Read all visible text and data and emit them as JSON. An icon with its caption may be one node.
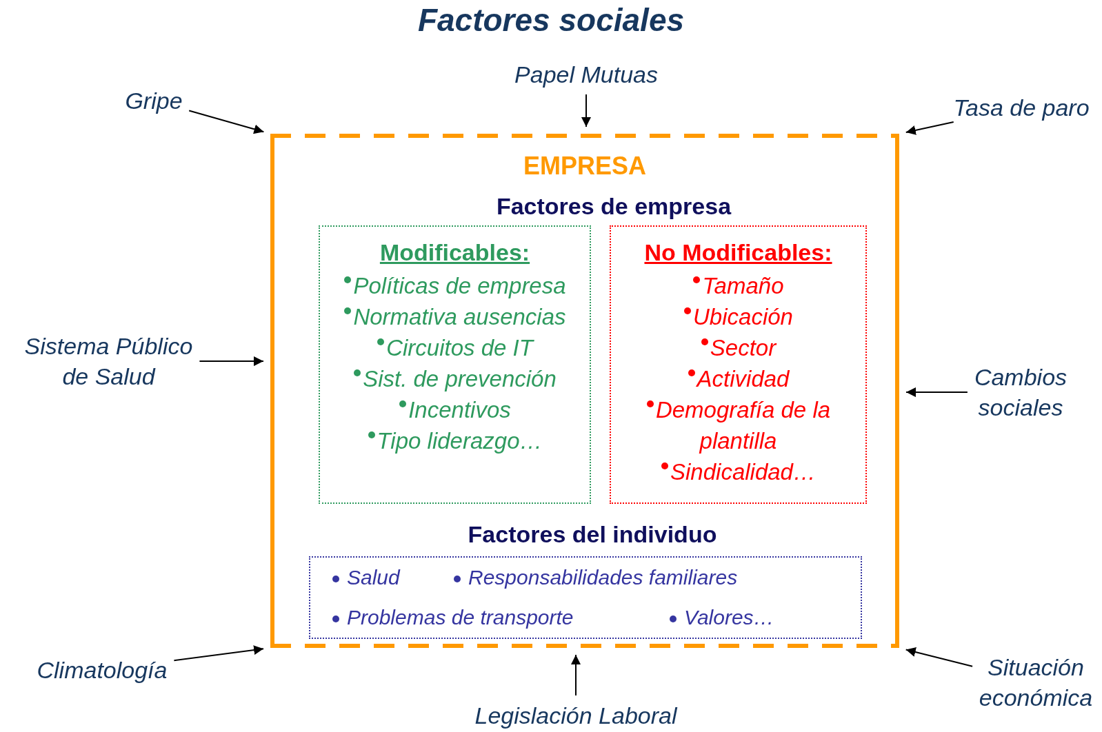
{
  "diagram": {
    "title": "Factores sociales",
    "nodes": [
      {
        "text": [
          "EMPRESA"
        ]
      },
      {
        "text": [
          "Modificables:",
          "Políticas de empresa",
          "Normativa ausencias",
          "Circuitos de IT",
          "Sist. de prevención",
          "Incentivos",
          "Tipo liderazgo…"
        ],
        "in": 0
      },
      {
        "text": [
          "No Modificables:",
          "Tamaño",
          "Ubicación",
          "Sector",
          "Actividad",
          "Demografía de la plantilla",
          "Sindicalidad…"
        ],
        "in": 0
      },
      {
        "text": [
          "Salud",
          "Responsabilidades familiares",
          "Problemas de transporte",
          "Valores…"
        ],
        "in": 0
      },
      {
        "text": [
          "Gripe"
        ]
      },
      {
        "text": [
          "Papel Mutuas"
        ]
      },
      {
        "text": [
          "Tasa de paro"
        ]
      },
      {
        "text": [
          "Sistema Público de Salud"
        ]
      },
      {
        "text": [
          "Cambios sociales"
        ]
      },
      {
        "text": [
          "Climatología"
        ]
      },
      {
        "text": [
          "Legislación Laboral"
        ]
      },
      {
        "text": [
          "Situación económica"
        ]
      }
    ],
    "edges": [
      {
        "from": 4,
        "to": 0,
        "arrow": "to"
      },
      {
        "from": 5,
        "to": 0,
        "arrow": "to"
      },
      {
        "from": 6,
        "to": 0,
        "arrow": "to"
      },
      {
        "from": 7,
        "to": 0,
        "arrow": "to"
      },
      {
        "from": 8,
        "to": 0,
        "arrow": "to"
      },
      {
        "from": 9,
        "to": 0,
        "arrow": "to"
      },
      {
        "from": 10,
        "to": 0,
        "arrow": "to"
      },
      {
        "from": 11,
        "to": 0,
        "arrow": "to"
      }
    ],
    "labels": [
      "Factores de empresa",
      "Factores del individuo"
    ]
  }
}
